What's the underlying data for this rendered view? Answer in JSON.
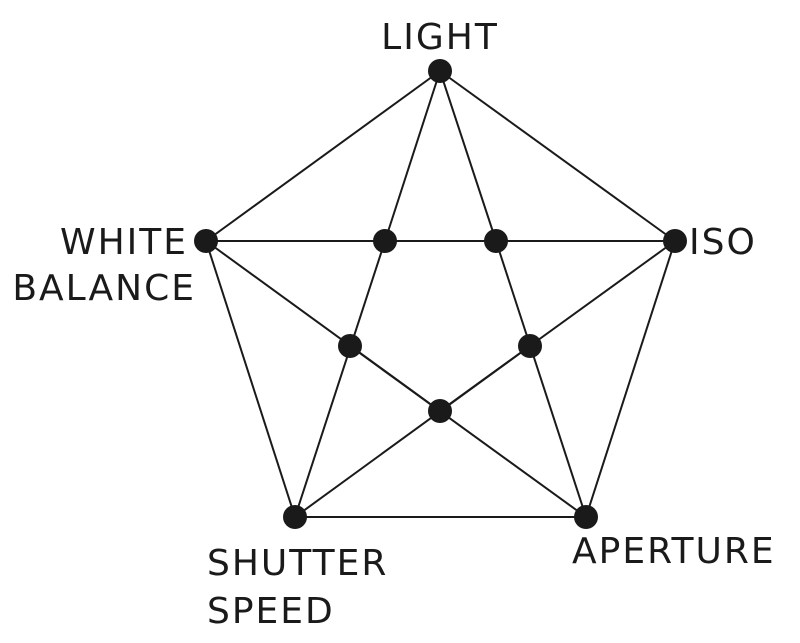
{
  "labels": {
    "light": "LIGHT",
    "iso": "ISO",
    "white_balance_line1": "WHITE",
    "white_balance_line2": "BALANCE",
    "shutter_speed_line1": "SHUTTER",
    "shutter_speed_line2": "SPEED",
    "aperture": "APERTURE"
  },
  "colors": {
    "ink": "#1a1a1a",
    "background": "#ffffff"
  }
}
